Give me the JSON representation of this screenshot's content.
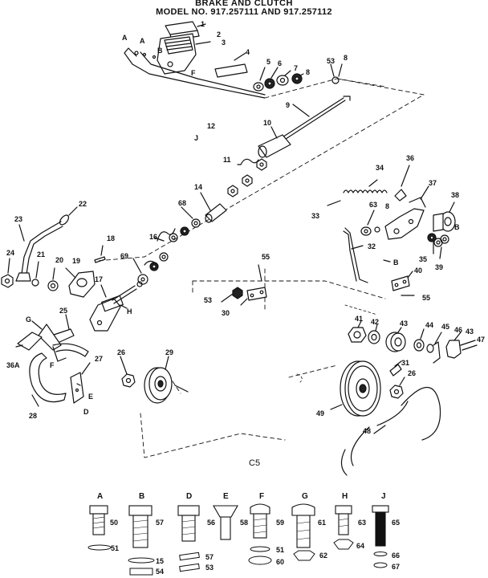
{
  "title": {
    "line1": "BRAKE AND CLUTCH",
    "line2": "MODEL NO. 917.257111 AND 917.257112"
  },
  "diagram_code": "C5",
  "part_callouts": [
    "1",
    "2",
    "3",
    "4",
    "5",
    "6",
    "7",
    "8",
    "8",
    "9",
    "10",
    "11",
    "12",
    "14",
    "16",
    "17",
    "18",
    "19",
    "20",
    "21",
    "22",
    "23",
    "24",
    "25",
    "26",
    "26",
    "27",
    "28",
    "29",
    "30",
    "31",
    "32",
    "33",
    "34",
    "35",
    "36",
    "36A",
    "37",
    "38",
    "39",
    "40",
    "41",
    "42",
    "43",
    "43",
    "44",
    "45",
    "46",
    "47",
    "48",
    "49",
    "53",
    "53",
    "53",
    "55",
    "55",
    "63",
    "68",
    "69",
    "A",
    "A",
    "B",
    "B",
    "D",
    "E",
    "F",
    "G",
    "H",
    "J"
  ],
  "hardware_legend": [
    {
      "key": "A",
      "parts": [
        "50",
        "51"
      ]
    },
    {
      "key": "B",
      "parts": [
        "57",
        "15",
        "54"
      ]
    },
    {
      "key": "D",
      "parts": [
        "57",
        "53"
      ]
    },
    {
      "key": "E",
      "parts": [
        "58"
      ]
    },
    {
      "key": "F",
      "parts": [
        "59",
        "51",
        "60"
      ]
    },
    {
      "key": "G",
      "parts": [
        "61",
        "62"
      ]
    },
    {
      "key": "H",
      "parts": [
        "63",
        "64"
      ]
    },
    {
      "key": "J",
      "parts": [
        "65",
        "66",
        "67"
      ]
    }
  ]
}
